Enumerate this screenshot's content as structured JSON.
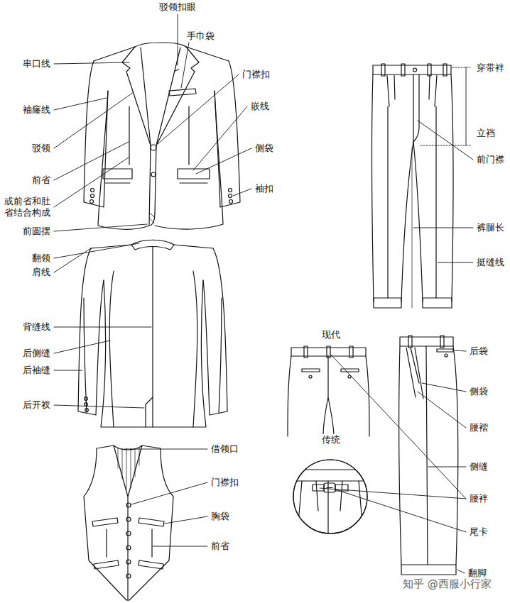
{
  "diagram": {
    "labels": [
      "驳领扣眼",
      "手巾袋",
      "串口线",
      "门襟扣",
      "袖窿线",
      "嵌线",
      "驳领",
      "侧袋",
      "前省",
      "袖扣",
      "或前省和肚 省结合构成",
      "前圆摆",
      "翻领",
      "肩线",
      "背缝线",
      "后侧缝",
      "后袖缝",
      "后开衩",
      "借领口",
      "门襟扣",
      "胸袋",
      "前省",
      "穿带袢",
      "立裆",
      "前门襟",
      "裤腿长",
      "挺缝线",
      "现代",
      "后袋",
      "侧袋",
      "腰褶",
      "传统",
      "侧缝",
      "腰袢",
      "尾卡",
      "翻脚",
      "知乎 @西服小行家"
    ]
  }
}
